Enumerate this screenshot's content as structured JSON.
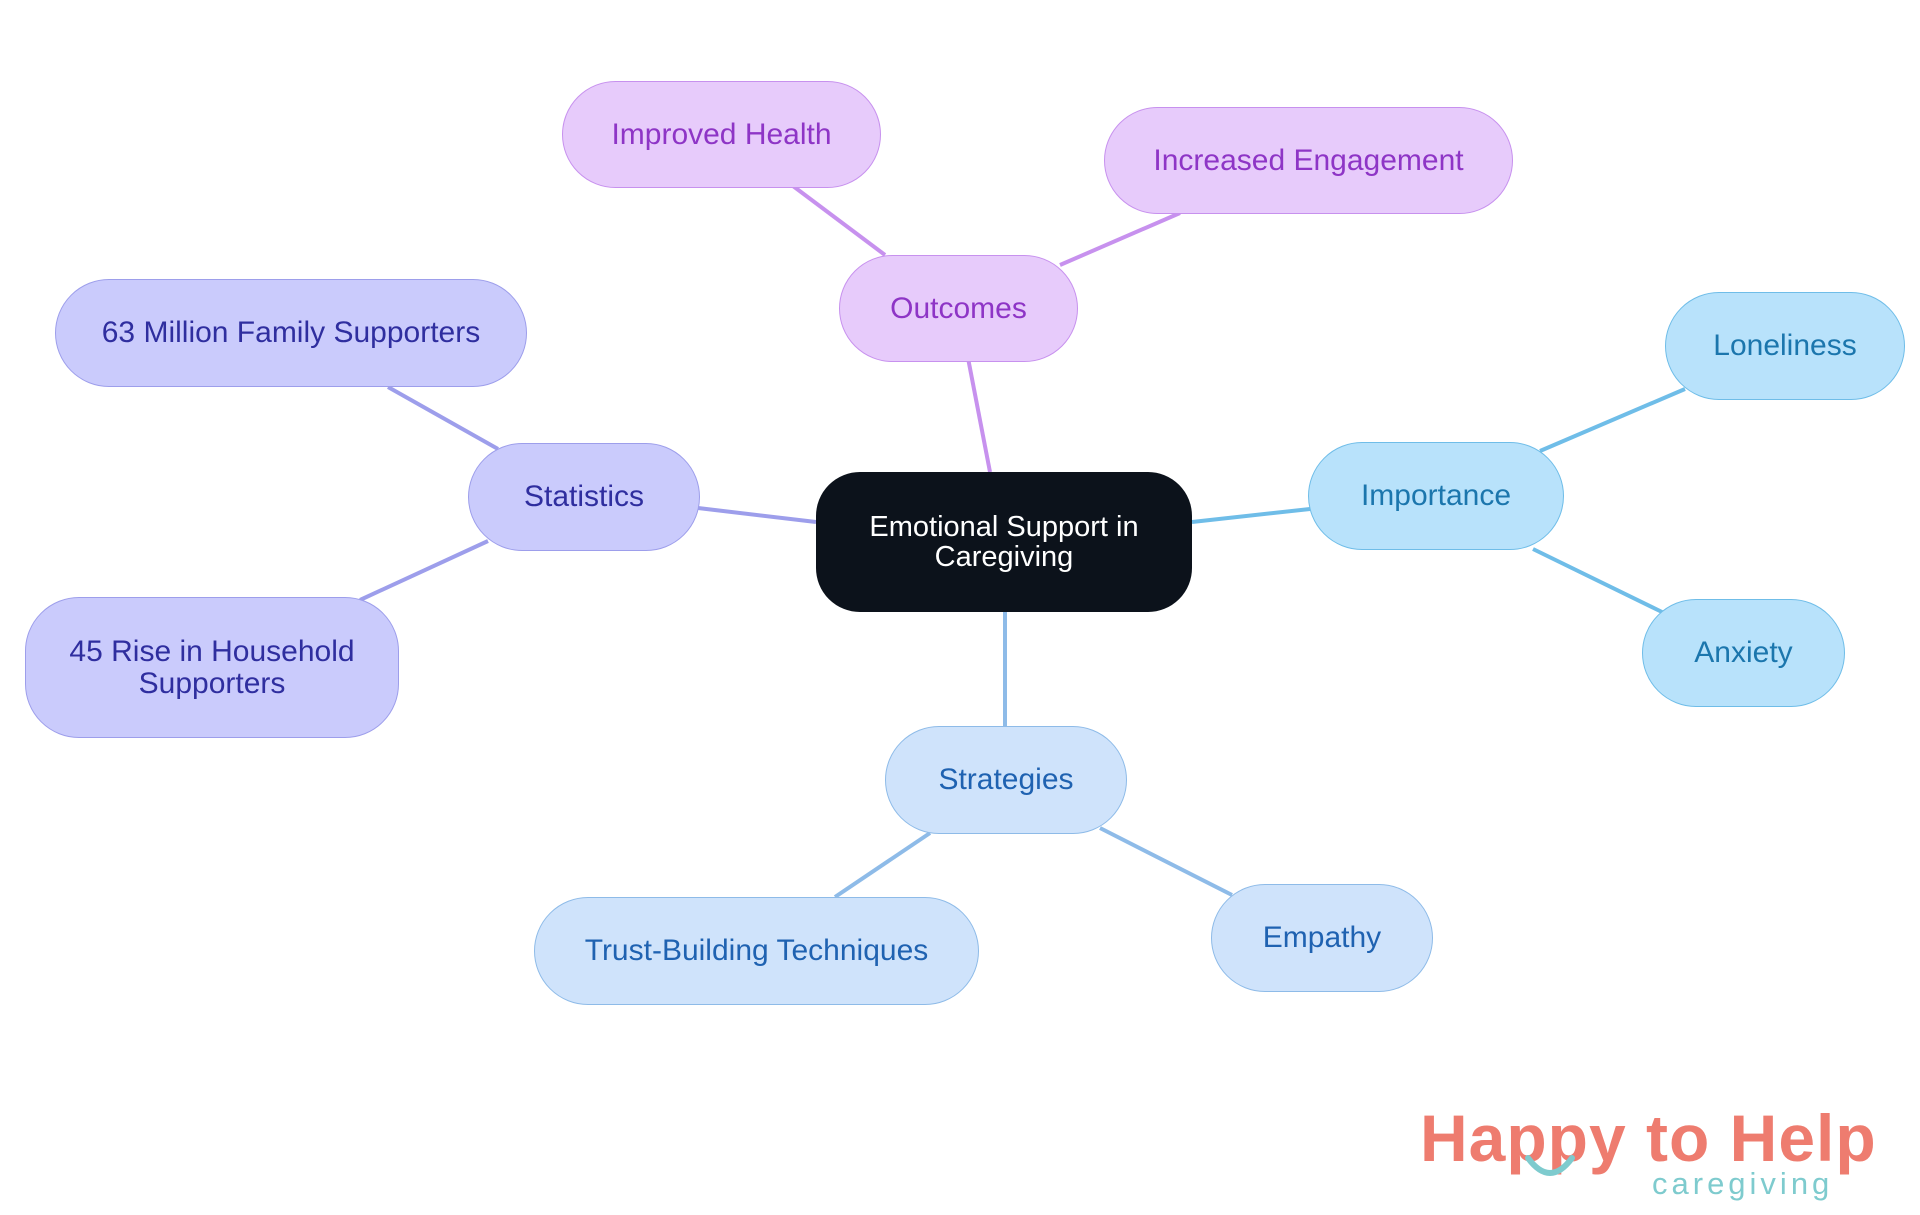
{
  "center": {
    "label": "Emotional Support in Caregiving"
  },
  "branches": {
    "outcomes": {
      "label": "Outcomes",
      "children": [
        "Improved Health",
        "Increased Engagement"
      ]
    },
    "statistics": {
      "label": "Statistics",
      "children": [
        "63 Million Family Supporters",
        "45 Rise in Household Supporters"
      ]
    },
    "importance": {
      "label": "Importance",
      "children": [
        "Loneliness",
        "Anxiety"
      ]
    },
    "strategies": {
      "label": "Strategies",
      "children": [
        "Trust-Building Techniques",
        "Empathy"
      ]
    }
  },
  "colors": {
    "outcomes": "#c791ee",
    "statistics": "#9d9eeb",
    "importance": "#6fbde8",
    "strategies": "#8ebbe8",
    "center": "#0c121b"
  },
  "logo": {
    "main": "Happy to Help",
    "sub": "caregiving",
    "main_color": "#ee7c6f",
    "sub_color": "#7ecbce"
  }
}
